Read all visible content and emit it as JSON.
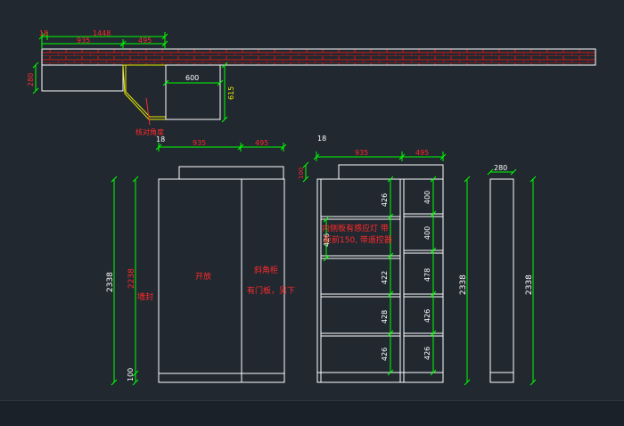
{
  "colors": {
    "background": "#212830",
    "line": "#ffffff",
    "dimension": "#00ff00",
    "text": "#ff2a2a",
    "brick": "#d01818",
    "hinge": "#e8e800"
  },
  "plan": {
    "dims": {
      "left_offset": "18",
      "total": "1448",
      "part_a": "935",
      "part_b": "495",
      "depth": "280",
      "door_width": "600",
      "door_depth": "615"
    },
    "note": "核对角度"
  },
  "front": {
    "dims": {
      "left_offset": "18",
      "width_a": "935",
      "width_b": "495",
      "height": "2338",
      "inner_height": "2238",
      "base": "100"
    },
    "labels": {
      "left_side": "墙封",
      "open": "开放",
      "corner": "斜角柜",
      "door": "有门板，另下"
    }
  },
  "section": {
    "dims": {
      "left_offset": "18",
      "width_a": "935",
      "width_b": "495",
      "top": "100",
      "height": "2338",
      "left_shelves": [
        "426",
        "426",
        "422",
        "428",
        "426"
      ],
      "right_shelves": [
        "400",
        "400",
        "478",
        "426",
        "426"
      ]
    },
    "note_line1": "内侧板有感应灯 带",
    "note_line2": "距前150, 带遥控器"
  },
  "side": {
    "dims": {
      "depth": "280",
      "height": "2338"
    }
  }
}
